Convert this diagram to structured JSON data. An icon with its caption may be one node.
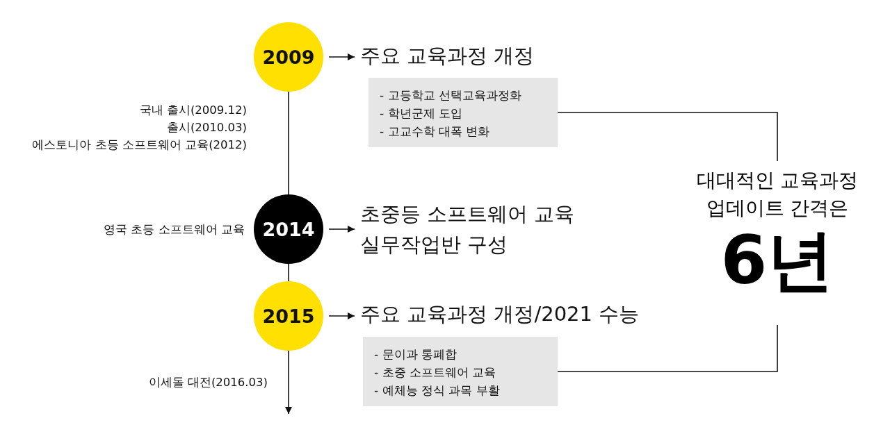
{
  "diagram": {
    "nodes": [
      {
        "text": [
          "2009"
        ]
      },
      {
        "text": [
          "주요 교육과정 개정"
        ]
      },
      {
        "text": [
          "- 고등학교 선택교육과정화",
          "- 학년군제 도입",
          "- 고교수학 대폭 변화"
        ]
      },
      {
        "text": [
          "2014"
        ],
        "beside": [
          "영국 초등 소프트웨어 교육"
        ]
      },
      {
        "text": [
          "초중등 소프트웨어 교육 실무작업반 구성"
        ]
      },
      {
        "text": [
          "2015"
        ]
      },
      {
        "text": [
          "주요 교육과정 개정/2021 수능"
        ]
      },
      {
        "text": [
          "- 문이과 통폐합",
          "- 초중 소프트웨어 교육",
          "- 예체능 정식 과목 부활"
        ]
      },
      {
        "text": [
          "대대적인 교육과정 업데이트 간격은",
          "6년"
        ]
      }
    ],
    "edges": [
      {
        "from": 0,
        "to": 3,
        "arrow": "none"
      },
      {
        "from": 3,
        "to": 5,
        "arrow": "none"
      },
      {
        "from": 5,
        "to": null,
        "arrow": "to"
      },
      {
        "from": 0,
        "to": 1,
        "arrow": "to"
      },
      {
        "from": 3,
        "to": 4,
        "arrow": "to"
      },
      {
        "from": 5,
        "to": 6,
        "arrow": "to"
      },
      {
        "from": 2,
        "to": 8,
        "arrow": "none"
      },
      {
        "from": 7,
        "to": 8,
        "arrow": "none"
      }
    ],
    "labels": [
      "국내 출시(2009.12)",
      "출시(2010.03)",
      "에스토니아 초등 소프트웨어 교육(2012)",
      "이세돌 대전(2016.03)"
    ]
  }
}
